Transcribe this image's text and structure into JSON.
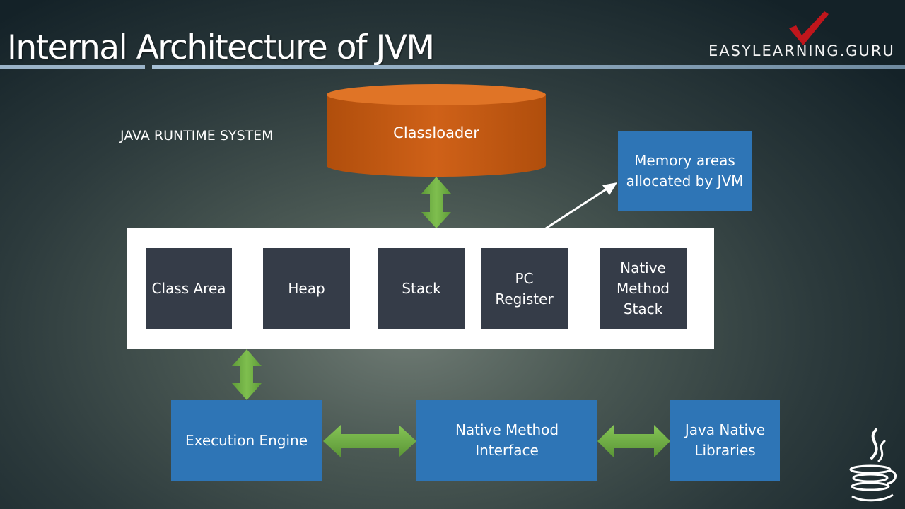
{
  "slide": {
    "title": "Internal Architecture of JVM",
    "brand": "EASYLEARNING.GURU",
    "runtime_label": "JAVA RUNTIME SYSTEM"
  },
  "nodes": {
    "classloader": "Classloader",
    "memory_areas": "Memory areas allocated by JVM",
    "class_area": "Class Area",
    "heap": "Heap",
    "stack": "Stack",
    "pc_register": "PC Register",
    "native_method_stack": "Native Method Stack",
    "execution_engine": "Execution Engine",
    "native_method_interface": "Native Method Interface",
    "java_native_libraries": "Java Native Libraries"
  },
  "colors": {
    "blue_box": "#2e75b6",
    "dark_box": "#353c48",
    "classloader_orange": "#c55a11",
    "arrow_green": "#70ad47",
    "brand_check_red": "#c0161c"
  },
  "icons": {
    "brand_mark": "red-check-icon",
    "corner_logo": "java-coffee-cup-icon"
  }
}
